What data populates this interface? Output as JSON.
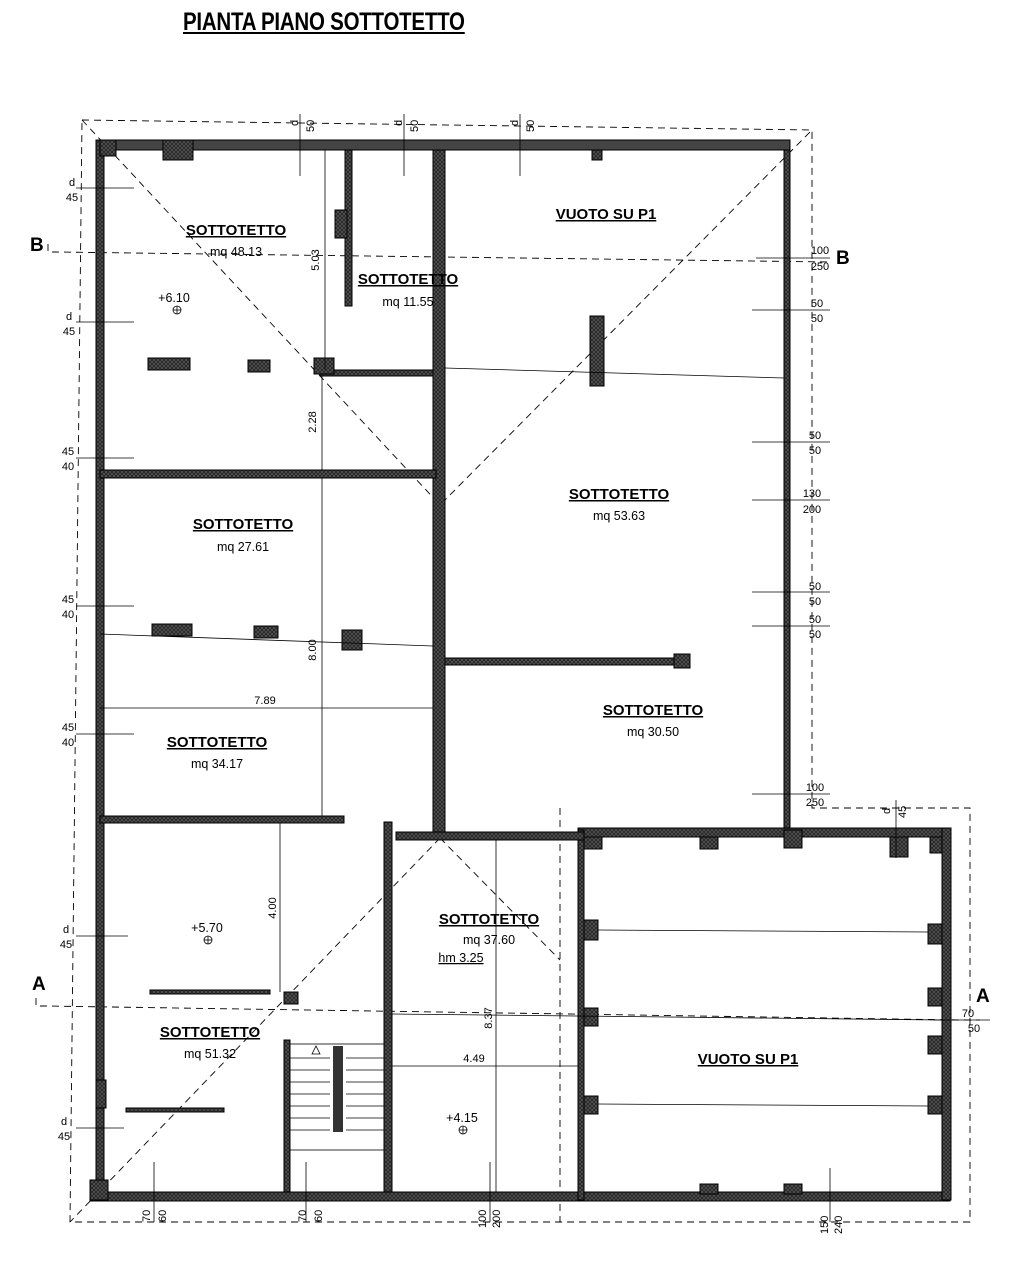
{
  "title": "PIANTA PIANO SOTTOTETTO",
  "section_marks": {
    "a": "A",
    "b": "B"
  },
  "rooms": [
    {
      "name": "SOTTOTETTO",
      "area": "mq 48.13"
    },
    {
      "name": "SOTTOTETTO",
      "area": "mq 11.55"
    },
    {
      "name": "VUOTO SU P1",
      "area": ""
    },
    {
      "name": "SOTTOTETTO",
      "area": "mq 53.63"
    },
    {
      "name": "SOTTOTETTO",
      "area": "mq 27.61"
    },
    {
      "name": "SOTTOTETTO",
      "area": "mq 30.50"
    },
    {
      "name": "SOTTOTETTO",
      "area": "mq 34.17"
    },
    {
      "name": "SOTTOTETTO",
      "area": "mq 37.60",
      "extra": "hm 3.25"
    },
    {
      "name": "SOTTOTETTO",
      "area": "mq 51.32"
    },
    {
      "name": "VUOTO SU P1",
      "area": ""
    }
  ],
  "elevations": [
    "+6.10",
    "+5.70",
    "+4.15"
  ],
  "dimensions": [
    "5.03",
    "2.28",
    "8.00",
    "7.89",
    "4.00",
    "8.37",
    "4.49"
  ],
  "openings": {
    "top": [
      [
        "d",
        "50"
      ],
      [
        "d",
        "50"
      ],
      [
        "d",
        "50"
      ]
    ],
    "left": [
      [
        "d",
        "45"
      ],
      [
        "d",
        "45"
      ],
      [
        "45",
        "40"
      ],
      [
        "45",
        "40"
      ],
      [
        "45",
        "40"
      ],
      [
        "d",
        "45"
      ],
      [
        "d",
        "45"
      ]
    ],
    "right": [
      [
        "100",
        "250"
      ],
      [
        "50",
        "50"
      ],
      [
        "50",
        "50"
      ],
      [
        "130",
        "200"
      ],
      [
        "50",
        "50"
      ],
      [
        "50",
        "50"
      ],
      [
        "100",
        "250"
      ]
    ],
    "bottom": [
      [
        "70",
        "60"
      ],
      [
        "70",
        "60"
      ],
      [
        "100",
        "200"
      ],
      [
        "150",
        "240"
      ]
    ],
    "annex": [
      [
        "d",
        "45"
      ],
      [
        "70",
        "50"
      ]
    ]
  }
}
